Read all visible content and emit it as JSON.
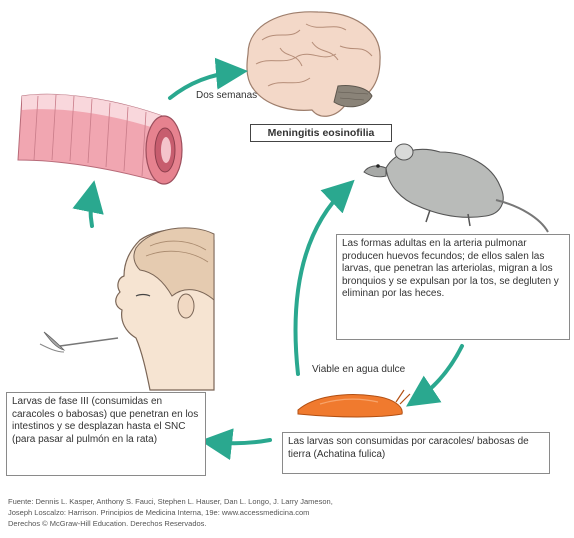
{
  "labels": {
    "title": "Meningitis eosinofilia",
    "two_weeks": "Dos semanas",
    "freshwater": "Viable en agua dulce"
  },
  "boxes": {
    "adults": "Las formas adultas en la arteria pulmonar producen huevos fecundos; de ellos salen las larvas, que penetran las arteriolas, migran a los bronquios y se expulsan por la tos, se degluten y eliminan por las heces.",
    "larvae": "Larvas de fase III (consumidas en caracoles o babosas) que penetran en los intestinos y se desplazan hasta el SNC (para pasar al pulmón en la rata)",
    "snails": "Las larvas son consumidas por caracoles/ babosas de tierra (Achatina fulica)"
  },
  "source": {
    "line1": "Fuente: Dennis L. Kasper, Anthony S. Fauci, Stephen L. Hauser, Dan L. Longo, J. Larry Jameson,",
    "line2": "Joseph Loscalzo: Harrison. Principios de Medicina Interna, 19e: www.accessmedicina.com",
    "line3": "Derechos © McGraw-Hill Education. Derechos Reservados."
  },
  "colors": {
    "arrow": "#2aa88f",
    "intestine": "#e98a99",
    "brain": "#f3d8c8",
    "rat": "#a8aaa8",
    "slug": "#f07a2e",
    "skin": "#f6e4d2"
  }
}
